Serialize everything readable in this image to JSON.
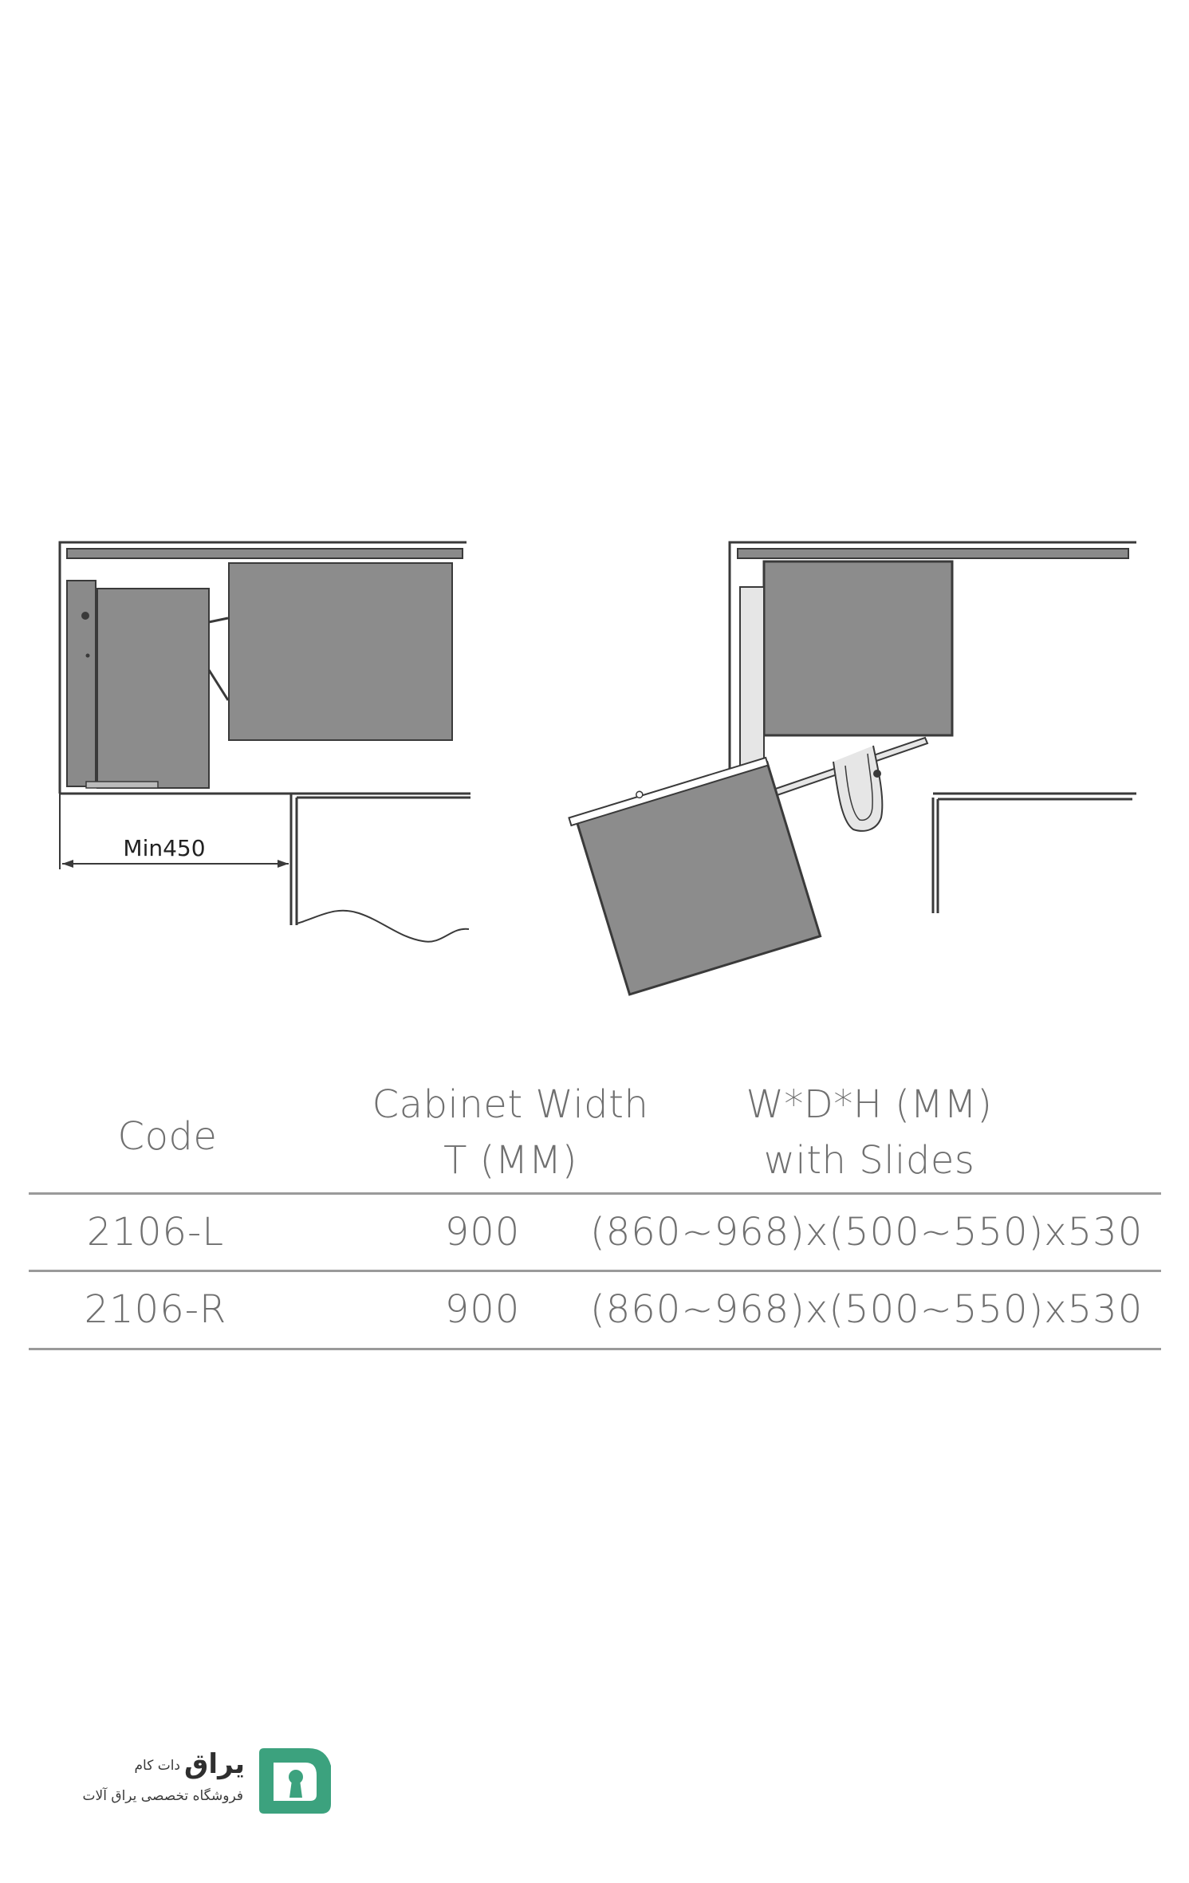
{
  "diagram": {
    "dimension_label": "Min450"
  },
  "table": {
    "headers": [
      {
        "line1": "Code",
        "line2": ""
      },
      {
        "line1": "Cabinet Width",
        "line2": "T (MM)"
      },
      {
        "line1": "W*D*H (MM)",
        "line2": "with Slides"
      }
    ],
    "rows": [
      {
        "code": "2106-L",
        "width": "900",
        "dims": "(860~968)x(500~550)x530"
      },
      {
        "code": "2106-R",
        "width": "900",
        "dims": "(860~968)x(500~550)x530"
      }
    ]
  },
  "brand": {
    "name": "یراق",
    "suffix": "دات کام",
    "tagline": "فروشگاه تخصصی یراق آلات",
    "color": "#3ca27e"
  }
}
